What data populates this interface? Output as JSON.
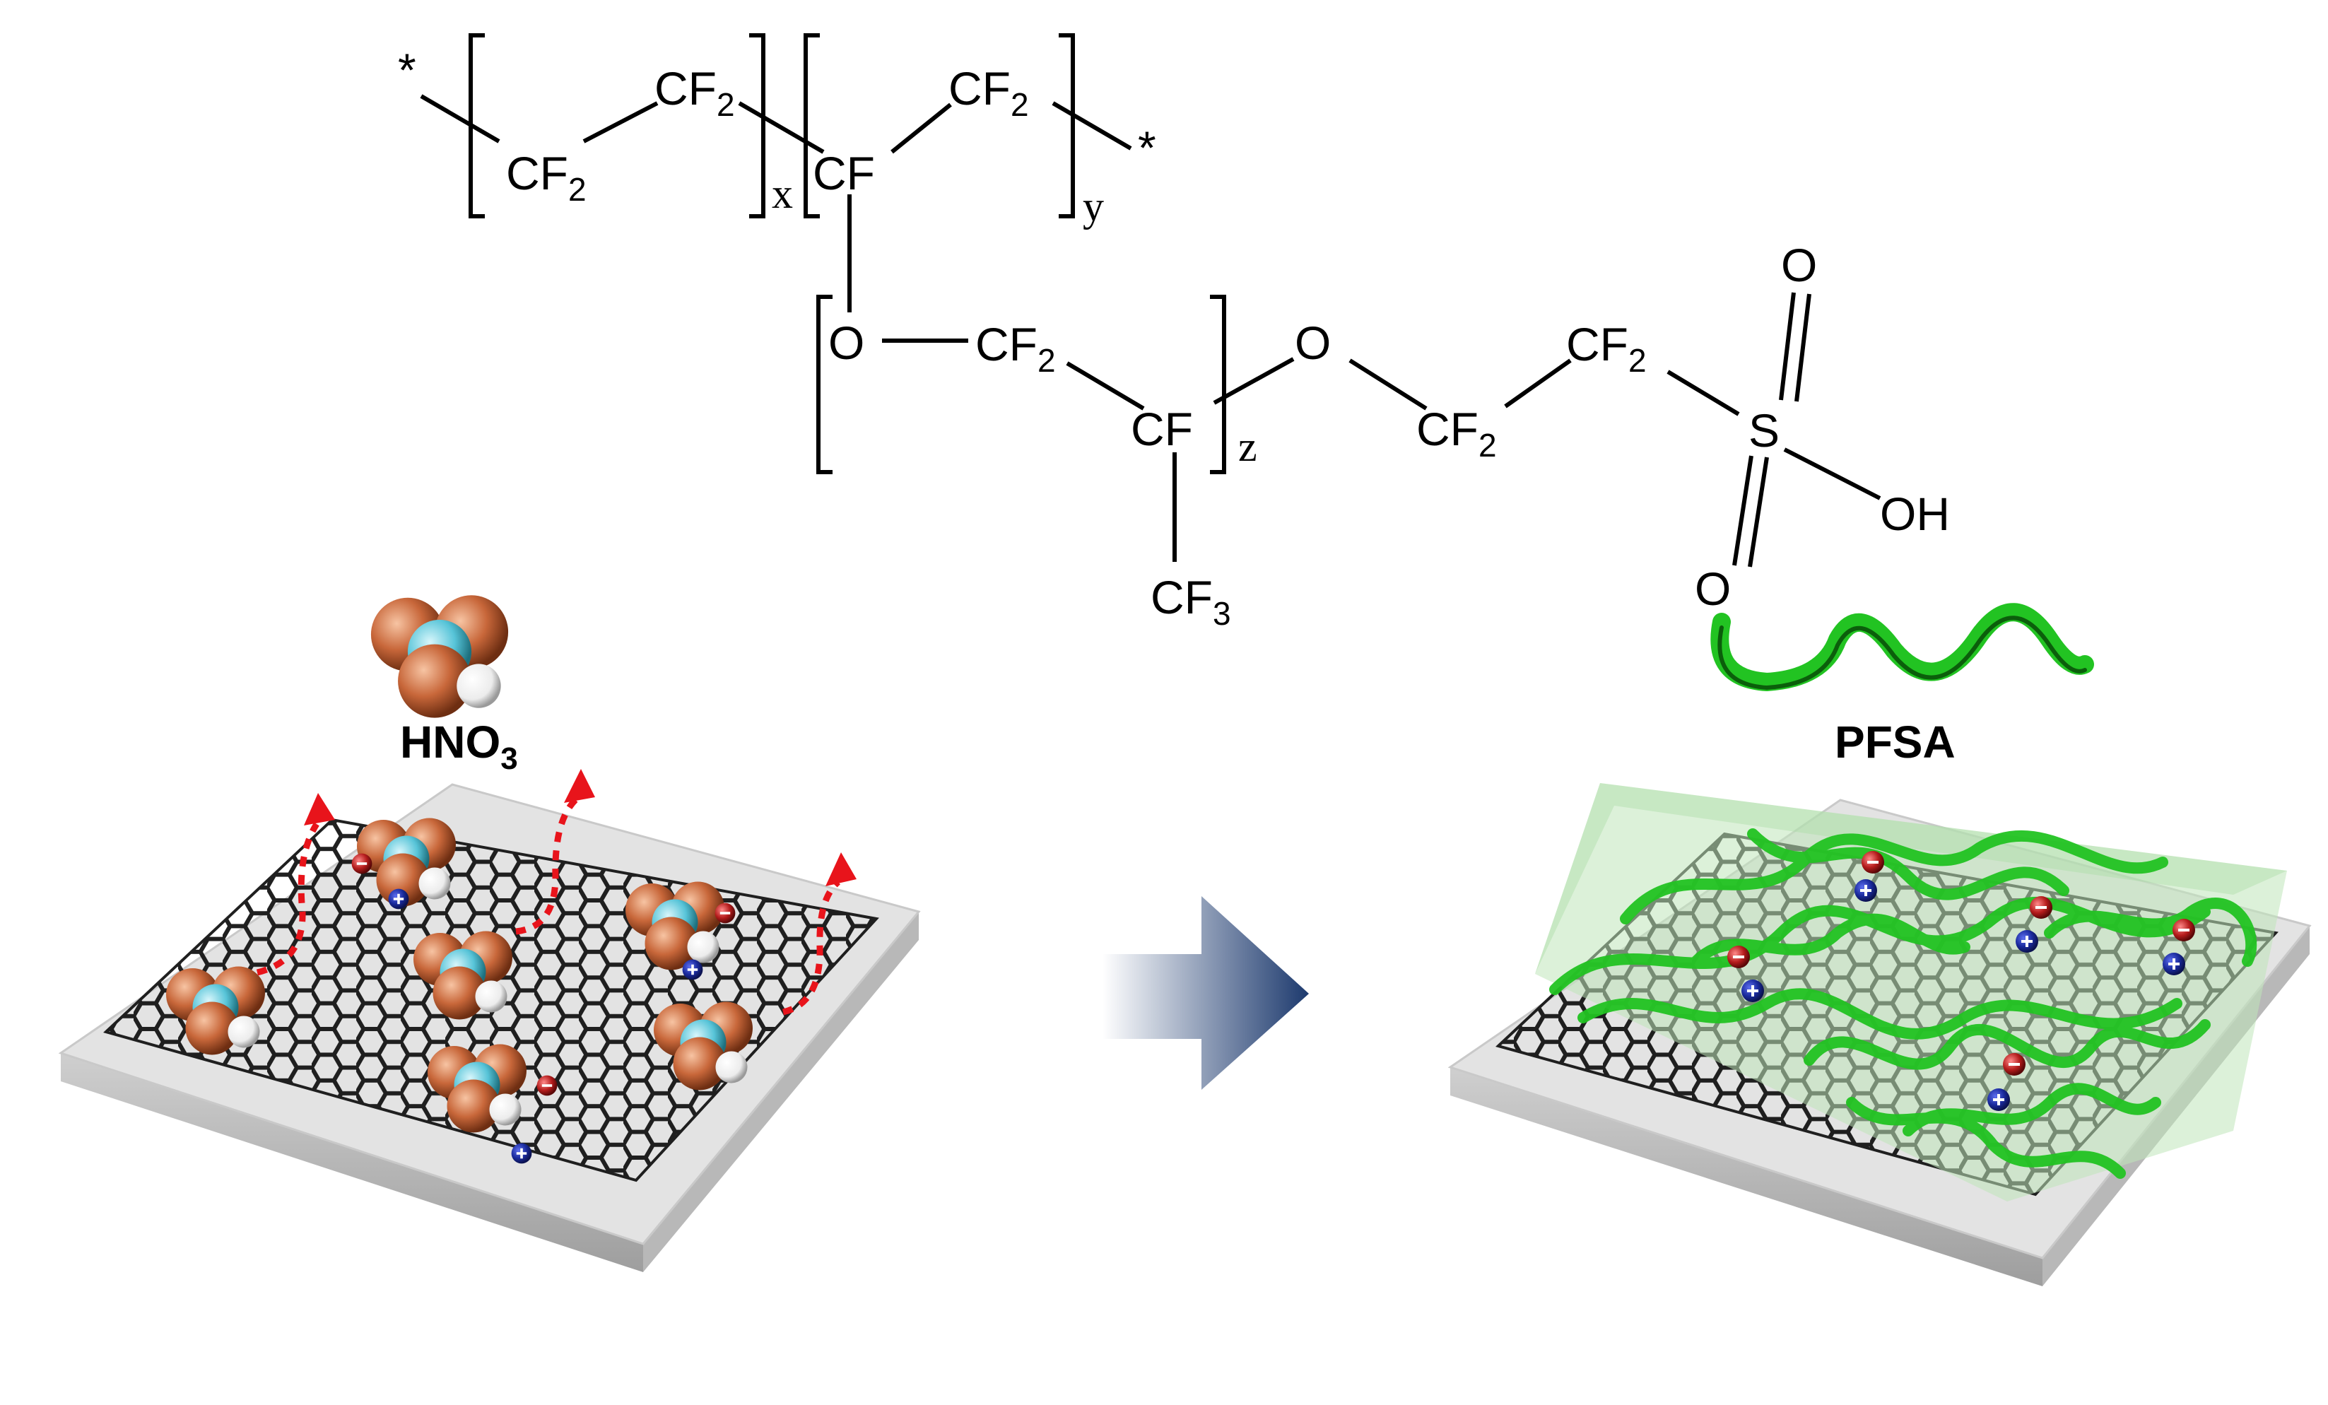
{
  "structure": {
    "star": "*",
    "cf2": "CF",
    "cf": "CF",
    "cf3": "CF",
    "o": "O",
    "s": "S",
    "oh": "OH",
    "sub2": "2",
    "sub3": "3",
    "x": "x",
    "y": "y",
    "z": "z"
  },
  "labels": {
    "hno3_main": "HNO",
    "hno3_sub": "3",
    "pfsa": "PFSA"
  },
  "charges": {
    "plus": "+",
    "minus": "−"
  },
  "colors": {
    "substrate": "#e3e3e3",
    "graphene": "#151515",
    "arrow_dark": "#1d3a6e",
    "arrow_light": "#ffffff",
    "polymer": "#22c322",
    "polymer_film": "#bfe6b9",
    "dopant_red": "#e8141b",
    "oxygen": "#c8673a",
    "nitrogen": "#57c4d8",
    "hydrogen": "#f2f2f2",
    "cation": "#1a2a9c",
    "anion": "#b51c1c"
  }
}
